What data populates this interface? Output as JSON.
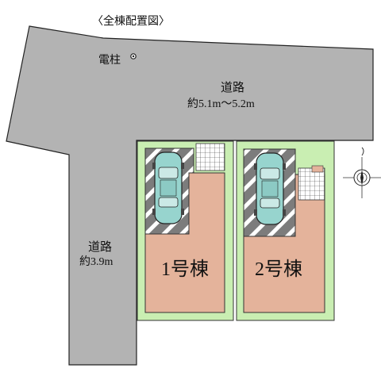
{
  "title": "〈全棟配置図〉",
  "pole_label": "電柱",
  "road_top": {
    "name": "道路",
    "width": "約5.1m〜5.2m"
  },
  "road_left": {
    "name": "道路",
    "width": "約3.9m"
  },
  "building_1": {
    "label": "1号棟"
  },
  "building_2": {
    "label": "2号棟"
  },
  "colors": {
    "road": "#b3b3b3",
    "lot": "#c9eeb2",
    "house": "#e4b39b",
    "car": "#97d4ce",
    "parking": "#7c7c7c"
  },
  "compass_icon": "compass-north-icon"
}
